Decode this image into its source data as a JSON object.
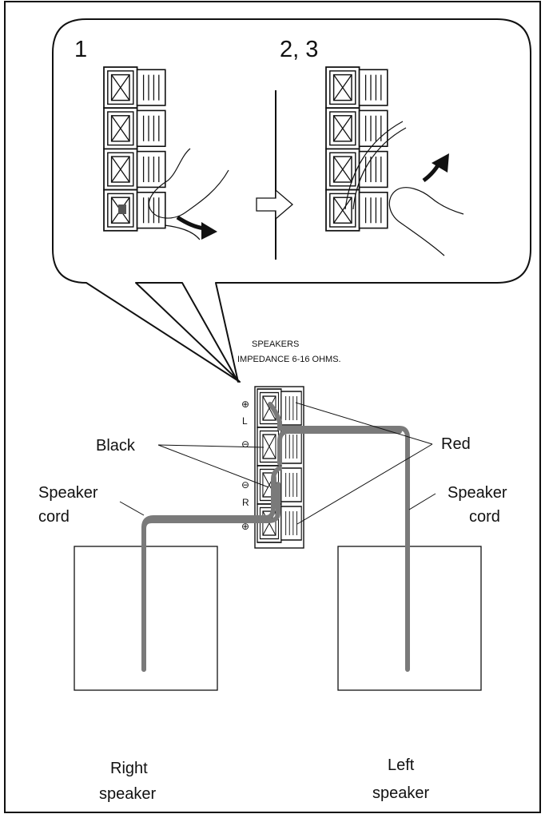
{
  "steps": {
    "step1": "1",
    "step23": "2, 3"
  },
  "panel": {
    "title_line1": "SPEAKERS",
    "title_line2": "IMPEDANCE 6-16 OHMS.",
    "channel_left": "L",
    "channel_right": "R",
    "plus_symbol": "⊕",
    "minus_symbol": "⊖"
  },
  "labels": {
    "black": "Black",
    "red": "Red",
    "cord_left_1": "Speaker",
    "cord_left_2": "cord",
    "cord_right_1": "Speaker",
    "cord_right_2": "cord",
    "right_speaker_1": "Right",
    "right_speaker_2": "speaker",
    "left_speaker_1": "Left",
    "left_speaker_2": "speaker"
  },
  "colors": {
    "wire": "#7a7a7a",
    "outline": "#111111"
  },
  "icons": [
    "arrow-right-outline-icon",
    "curved-arrow-down-icon",
    "curved-arrow-up-icon",
    "finger-icon"
  ]
}
